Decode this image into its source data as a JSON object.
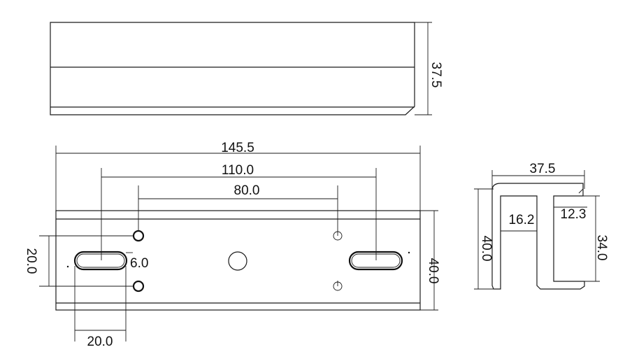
{
  "dimensions": {
    "top_height": "37.5",
    "overall_length": "145.5",
    "slot_spacing": "110.0",
    "hole_spacing": "80.0",
    "hole_diameter": "6.0",
    "vertical_spacing": "20.0",
    "slot_length": "20.0",
    "front_height": "40.0",
    "side_width": "37.5",
    "side_height": "40.0",
    "inner_width": "16.2",
    "lip_width": "12.3",
    "right_height": "34.0"
  }
}
